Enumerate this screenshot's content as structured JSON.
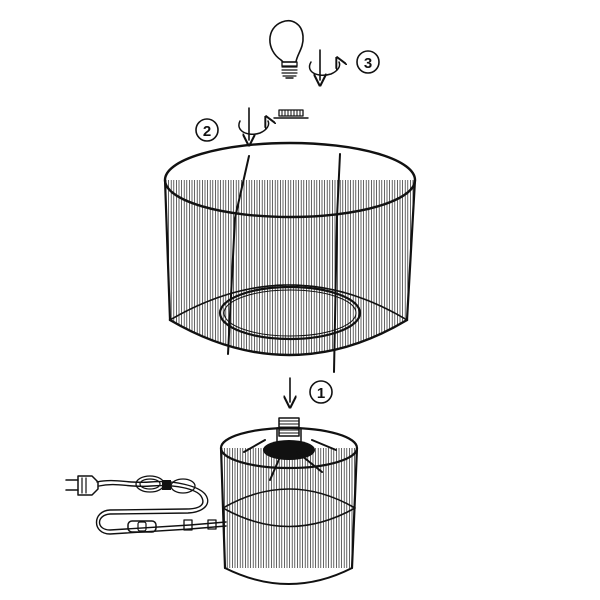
{
  "steps": [
    {
      "number": "1",
      "part": "lampshade"
    },
    {
      "number": "2",
      "part": "ring-nut"
    },
    {
      "number": "3",
      "part": "light-bulb"
    }
  ],
  "colors": {
    "line": "#111111",
    "background": "#ffffff"
  },
  "icons": [
    "light-bulb-icon",
    "rotate-arrow-icon",
    "down-arrow-icon",
    "plug-icon",
    "inline-switch-icon",
    "cable-coil-icon"
  ]
}
